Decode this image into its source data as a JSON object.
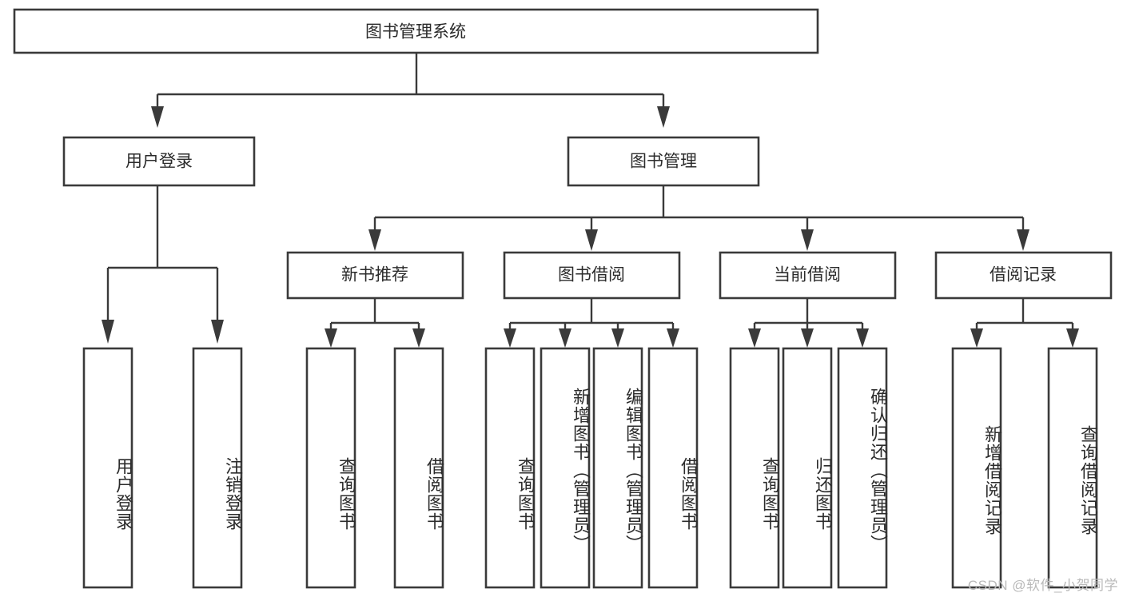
{
  "diagram": {
    "title": "图书管理系统",
    "type": "tree-hierarchy-diagram",
    "colors": {
      "box_stroke": "#3a3a3a",
      "box_fill": "#ffffff",
      "text": "#2b2b2b",
      "background": "#ffffff",
      "watermark": "#b9b9b9"
    },
    "root": {
      "label": "图书管理系统"
    },
    "level2": [
      {
        "label": "用户登录"
      },
      {
        "label": "图书管理"
      }
    ],
    "level3": [
      {
        "label": "新书推荐"
      },
      {
        "label": "图书借阅"
      },
      {
        "label": "当前借阅"
      },
      {
        "label": "借阅记录"
      }
    ],
    "leaves": {
      "user_login": [
        {
          "label": "用户登录"
        },
        {
          "label": "注销登录"
        }
      ],
      "new_book_recommend": [
        {
          "label": "查询图书"
        },
        {
          "label": "借阅图书"
        }
      ],
      "book_borrow": [
        {
          "label": "查询图书"
        },
        {
          "label": "新增图书（管理员）"
        },
        {
          "label": "编辑图书（管理员）"
        },
        {
          "label": "借阅图书"
        }
      ],
      "current_borrow": [
        {
          "label": "查询图书"
        },
        {
          "label": "归还图书"
        },
        {
          "label": "确认归还（管理员）"
        }
      ],
      "borrow_record": [
        {
          "label": "新增借阅记录"
        },
        {
          "label": "查询借阅记录"
        }
      ]
    }
  },
  "watermark": {
    "text": "CSDN @软件_小贺同学"
  }
}
